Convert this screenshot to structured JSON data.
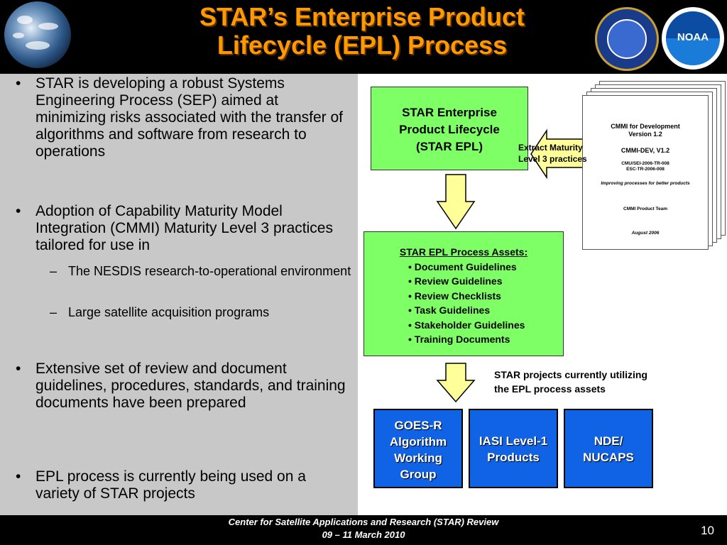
{
  "header": {
    "title_line1": "STAR’s Enterprise Product",
    "title_line2": "Lifecycle (EPL) Process",
    "noaa_logo_text": "NOAA"
  },
  "left_panel": {
    "bullets": [
      {
        "marker": "•",
        "text": "STAR is developing a robust Systems Engineering Process (SEP) aimed at minimizing risks associated with the transfer of algorithms and software from research to operations"
      },
      {
        "marker": "•",
        "text": "Adoption of Capability Maturity Model Integration (CMMI) Maturity Level 3 practices tailored for use in"
      },
      {
        "marker": "–",
        "text": "The NESDIS research-to-operational environment"
      },
      {
        "marker": "–",
        "text": "Large satellite acquisition programs"
      },
      {
        "marker": "•",
        "text": "Extensive set of review and document guidelines, procedures, standards, and training documents have been prepared"
      },
      {
        "marker": "•",
        "text": "EPL process is currently being used on a variety of STAR projects"
      }
    ]
  },
  "diagram": {
    "epl_box": {
      "line1": "STAR Enterprise",
      "line2": "Product Lifecycle",
      "line3": "(STAR EPL)"
    },
    "extract_arrow": {
      "line1": "Extract Maturity",
      "line2": "Level 3 practices"
    },
    "cmmi_doc": {
      "line1": "CMMI for Development",
      "line2": "Version 1.2",
      "line3": "CMMI-DEV, V1.2",
      "line4": "CMU/SEI-2006-TR-008",
      "line5": "ESC-TR-2006-008",
      "line6": "Improving processes for better products",
      "line7": "CMMI Product Team",
      "line8": "August 2006"
    },
    "assets_box": {
      "heading": "STAR EPL Process Assets:",
      "items": [
        "• Document Guidelines",
        "• Review Guidelines",
        "• Review Checklists",
        "• Task Guidelines",
        "• Stakeholder Guidelines",
        "• Training Documents"
      ]
    },
    "note": {
      "line1": "STAR projects currently utilizing",
      "line2": "the EPL process assets"
    },
    "projects": [
      {
        "lines": [
          "GOES-R",
          "Algorithm",
          "Working",
          "Group"
        ]
      },
      {
        "lines": [
          "IASI Level-1",
          "Products"
        ]
      },
      {
        "lines": [
          "NDE/",
          "NUCAPS"
        ]
      }
    ],
    "colors": {
      "green": "#7fff66",
      "blue": "#1163e6",
      "arrow": "#ffff99",
      "title": "#ff9900"
    }
  },
  "footer": {
    "line1": "Center for Satellite Applications and Research (STAR) Review",
    "line2": "09 – 11 March 2010",
    "page_number": "10"
  }
}
